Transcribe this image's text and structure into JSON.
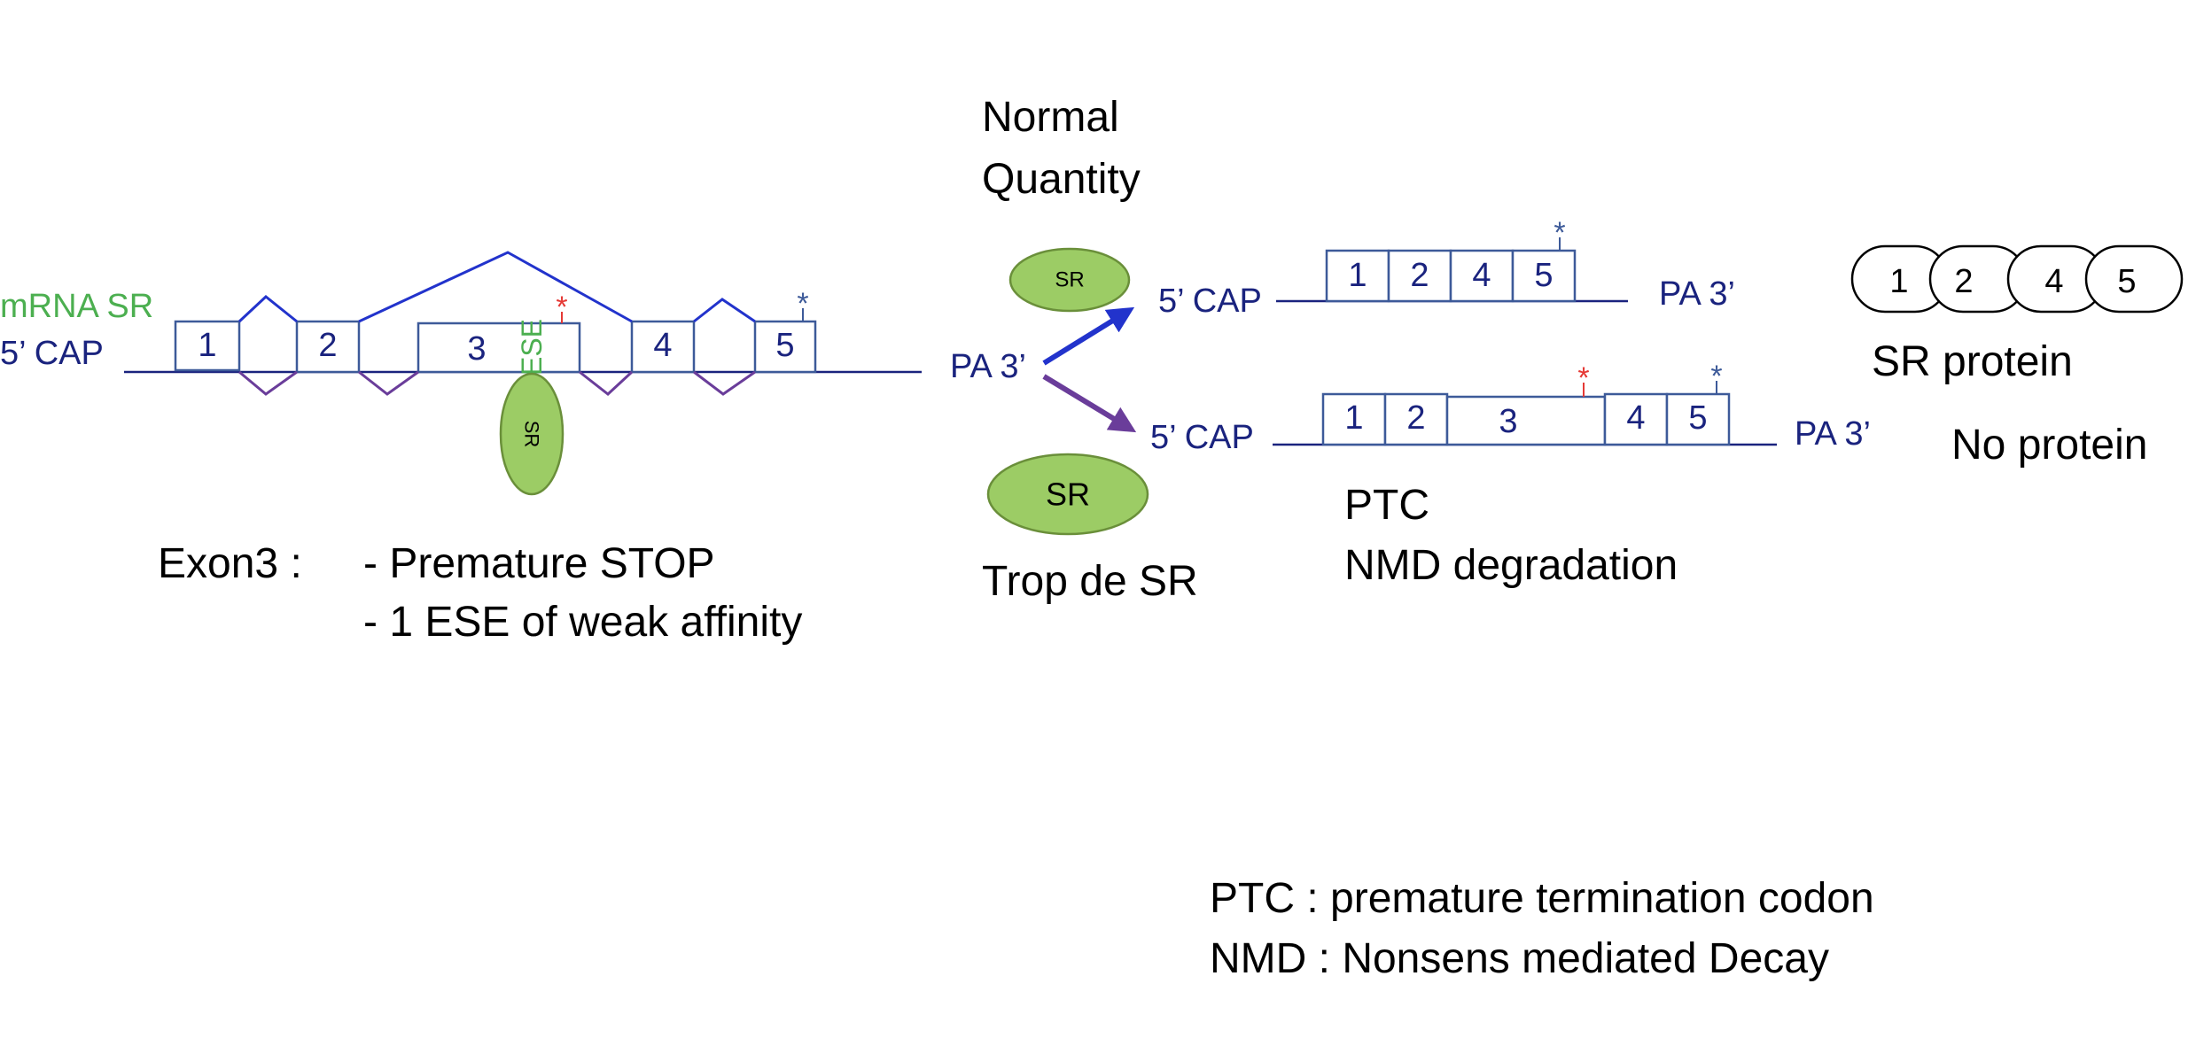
{
  "pre_mrna": {
    "name_label": "mRNA SR",
    "cap_label": "5’ CAP",
    "tail_label": "PA 3’",
    "exons": [
      "1",
      "2",
      "3",
      "4",
      "5"
    ],
    "ese_label": "ESE",
    "sr_label": "SR",
    "stop_mark": "*",
    "normal_stop_mark": "*"
  },
  "exon3_note": {
    "title": "Exon3  :",
    "lines": [
      "- Premature STOP",
      "- 1 ESE of weak affinity"
    ]
  },
  "normal_path": {
    "condition_lines": [
      "Normal",
      "Quantity"
    ],
    "sr_label": "SR",
    "cap_label": "5’ CAP",
    "tail_label": "PA 3’",
    "exons": [
      "1",
      "2",
      "4",
      "5"
    ],
    "stop_mark": "*",
    "outcome": "SR protein",
    "protein_domains": [
      "1",
      "2",
      "4",
      "5"
    ]
  },
  "excess_path": {
    "condition": "Trop de SR",
    "sr_label": "SR",
    "cap_label": "5’ CAP",
    "tail_label": "PA 3’",
    "exons": [
      "1",
      "2",
      "3",
      "4",
      "5"
    ],
    "ptc_mark": "*",
    "stop_mark": "*",
    "notes": [
      "PTC",
      "NMD degradation"
    ],
    "outcome": "No protein"
  },
  "legend": [
    "PTC : premature termination codon",
    "NMD : Nonsens mediated Decay"
  ]
}
